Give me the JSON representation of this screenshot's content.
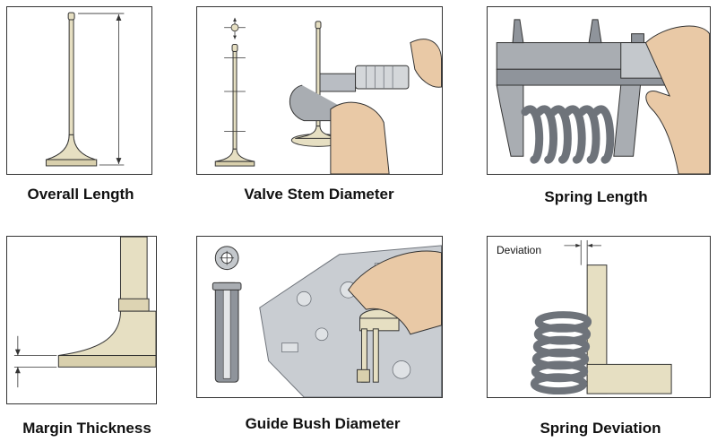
{
  "captions": {
    "overall_length": "Overall Length",
    "valve_stem_diameter": "Valve Stem Diameter",
    "spring_length": "Spring Length",
    "margin_thickness": "Margin Thickness",
    "guide_bush_diameter": "Guide Bush Diameter",
    "spring_deviation": "Spring Deviation"
  },
  "labels": {
    "deviation": "Deviation"
  },
  "colors": {
    "valve_body": "#e6dfc2",
    "valve_shadow": "#c8bd95",
    "metal": "#a9adb2",
    "metal_dark": "#6e737a",
    "spring": "#8d939c",
    "skin": "#e9c9a6",
    "engine_block": "#b9bdc3",
    "outline": "#333333"
  }
}
